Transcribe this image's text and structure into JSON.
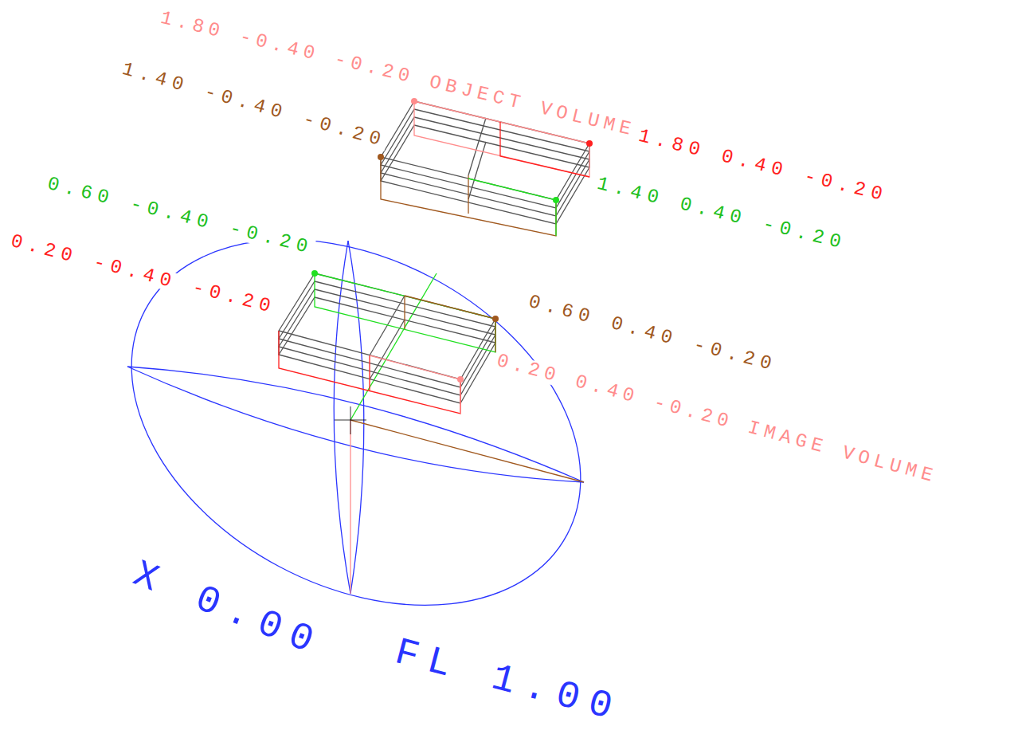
{
  "diagram": {
    "labels": [
      "1.80 -0.40 -0.20 OBJECT VOLUME",
      "1.80 0.40 -0.20",
      "1.40 -0.40 -0.20",
      "1.40 0.40 -0.20",
      "0.60 -0.40 -0.20",
      "0.20 -0.40 -0.20",
      "0.60 0.40 -0.20",
      "0.20 0.40 -0.20 IMAGE VOLUME",
      "X 0.00",
      "FL 1.00"
    ]
  }
}
